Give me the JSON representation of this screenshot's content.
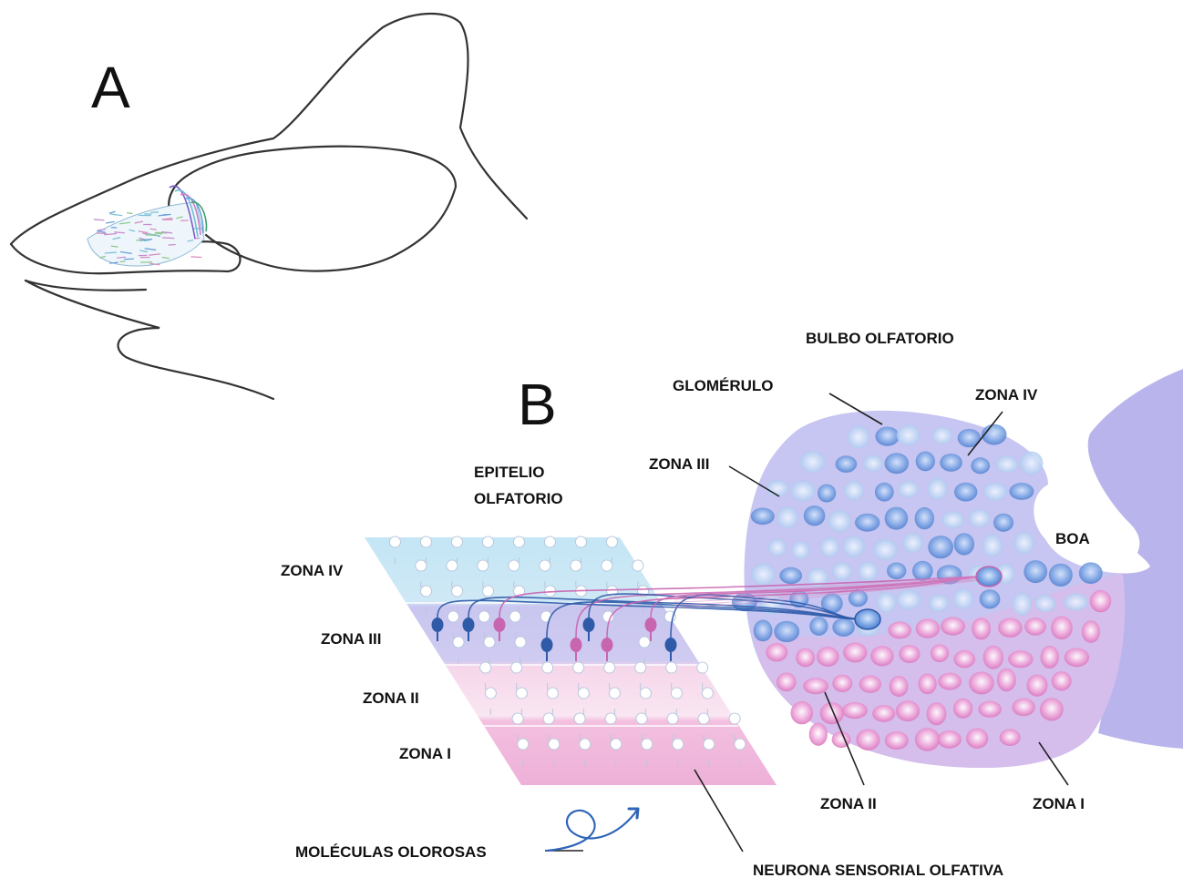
{
  "panels": {
    "a": "A",
    "b": "B"
  },
  "labels": {
    "bulbo": "BULBO OLFATORIO",
    "glomerulo": "GLOMÉRULO",
    "zona_iv_bulb": "ZONA IV",
    "zona_iii_bulb": "ZONA III",
    "boa": "BOA",
    "epitelio_1": "EPITELIO",
    "epitelio_2": "OLFATORIO",
    "zona_iv_epi": "ZONA IV",
    "zona_iii_epi": "ZONA III",
    "zona_ii_epi": "ZONA II",
    "zona_i_epi": "ZONA I",
    "zona_ii_bulb": "ZONA II",
    "zona_i_bulb": "ZONA I",
    "moleculas": "MOLÉCULAS OLOROSAS",
    "neurona": "NEURONA SENSORIAL OLFATIVA"
  },
  "colors": {
    "zone_iv": "#bfe3f2",
    "zone_iii": "#c7c5ee",
    "zone_ii": "#f3cfe6",
    "zone_i": "#f0b5dc",
    "bulb": "#c8c6f2",
    "brain": "#b9b5ec",
    "glom_blue": "#6f9fe0",
    "glom_pink": "#e79ad0",
    "axon_blue": "#2e5aa8",
    "axon_pink": "#c865b0",
    "outline": "#333333"
  }
}
